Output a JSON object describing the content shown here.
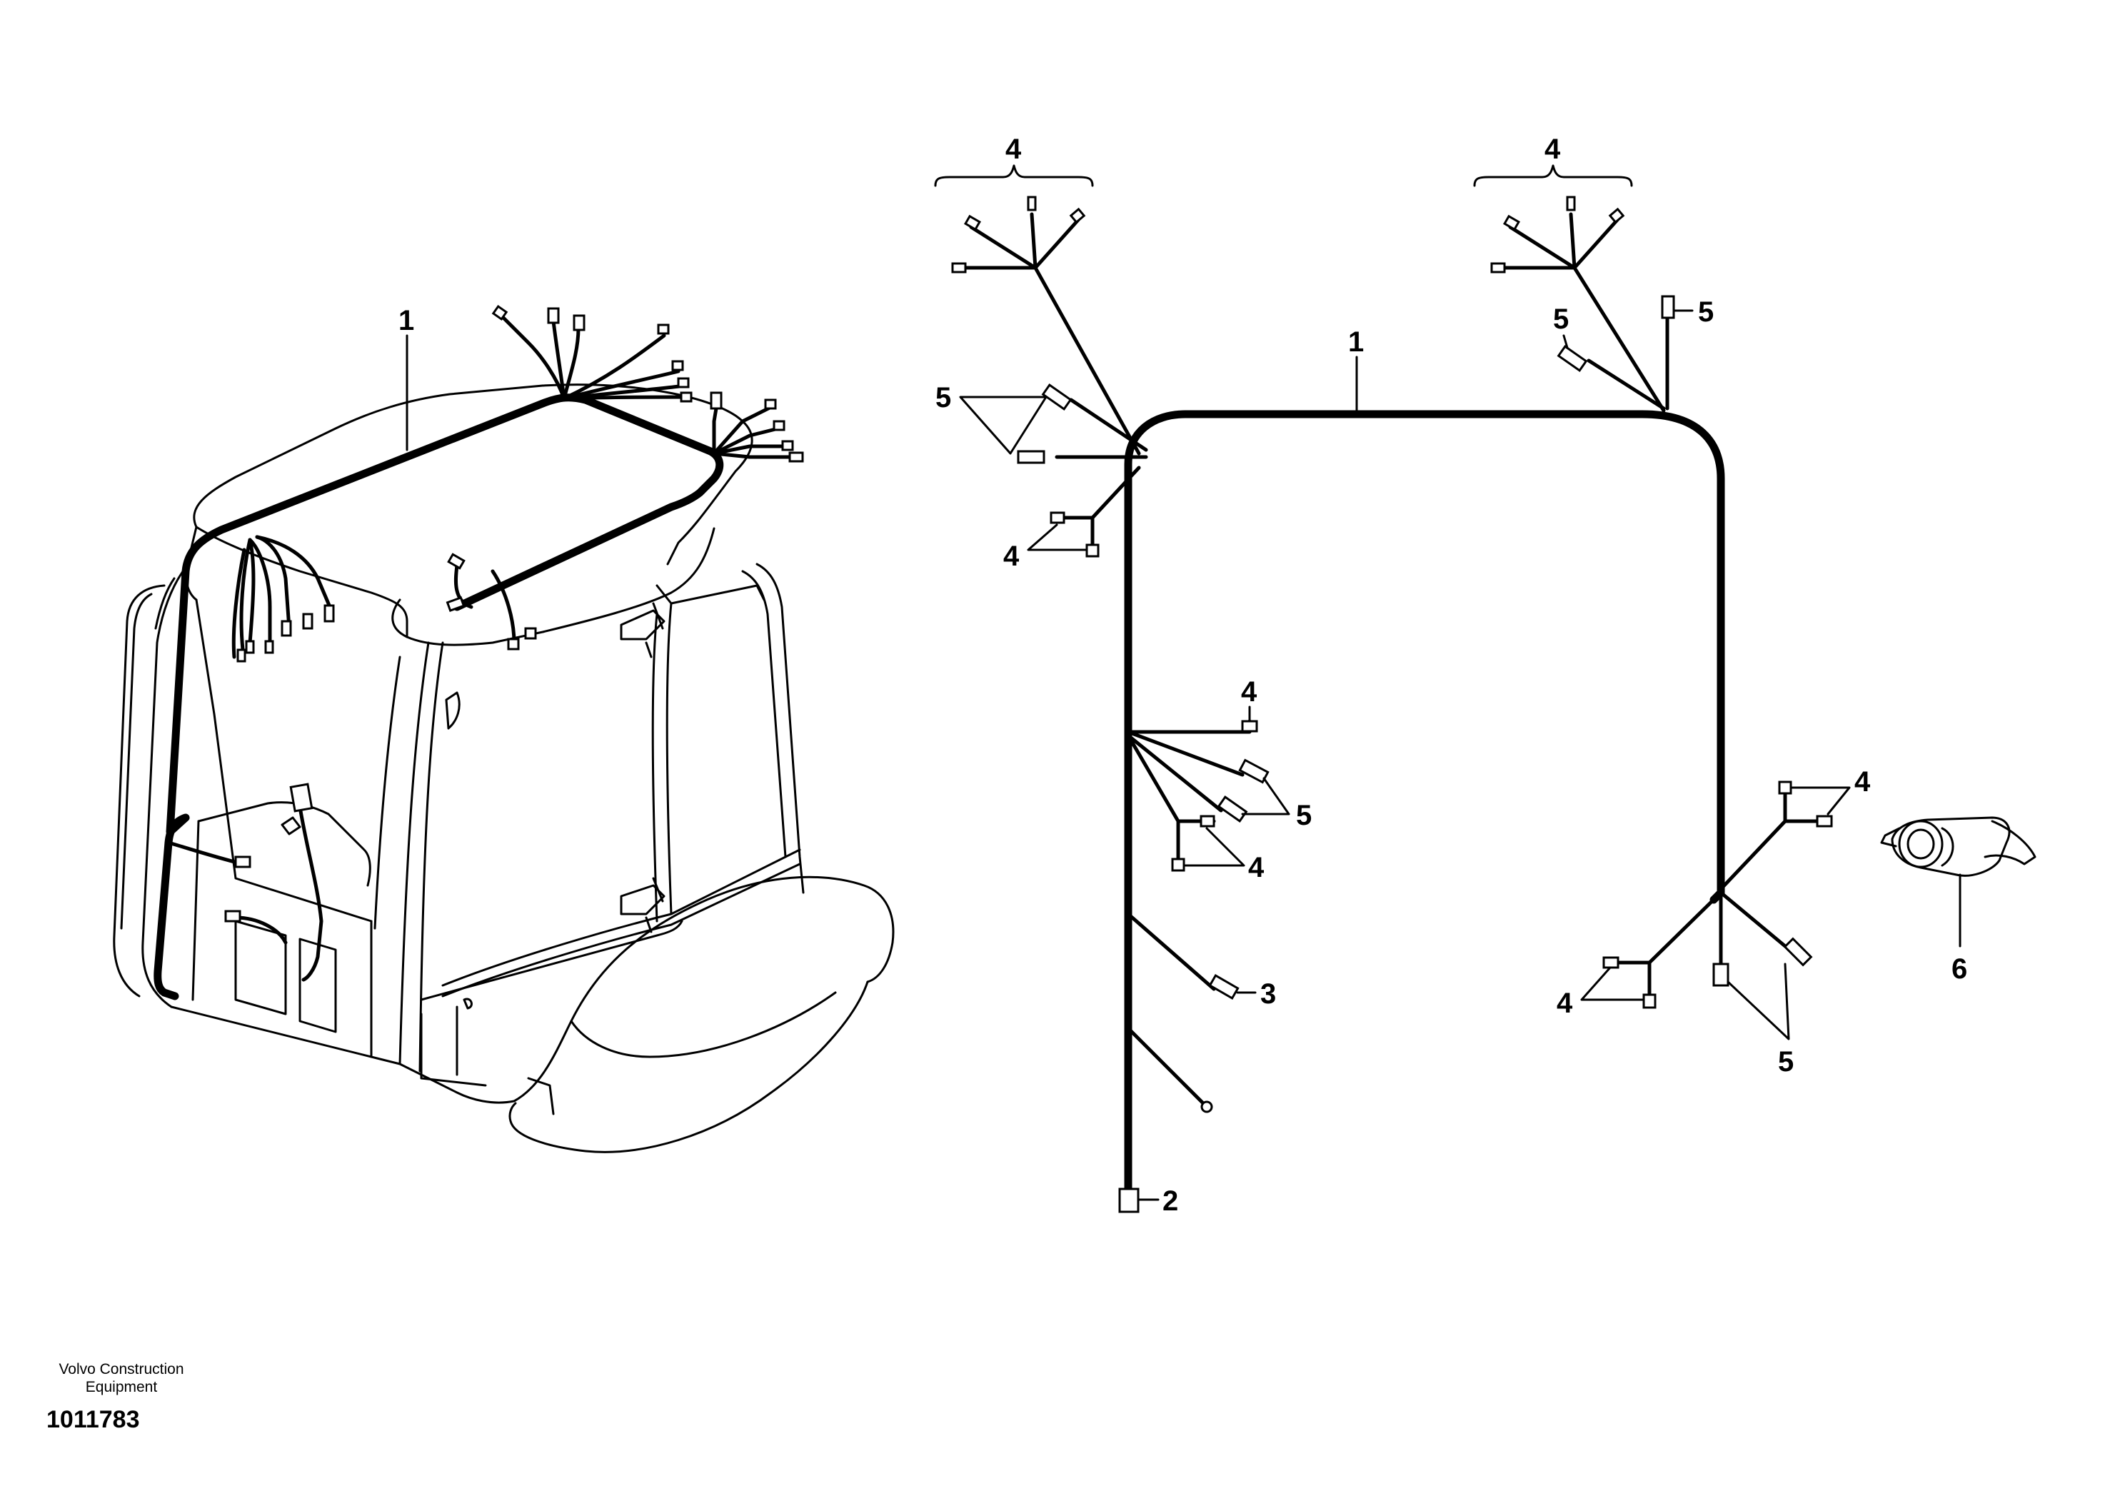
{
  "labels": {
    "cab_harness": "1",
    "layout_harness": "1",
    "group_top_left": "4",
    "group_top_right": "4",
    "left_5": "5",
    "left_4": "4",
    "right_top_5a": "5",
    "right_top_5b": "5",
    "mid_4a": "4",
    "mid_5": "5",
    "mid_4b": "4",
    "item_3": "3",
    "item_2": "2",
    "right_4a": "4",
    "right_4b": "4",
    "right_5": "5",
    "item_6": "6"
  },
  "footer": {
    "company_line1": "Volvo Construction",
    "company_line2": "Equipment",
    "drawing_number": "1011783"
  }
}
